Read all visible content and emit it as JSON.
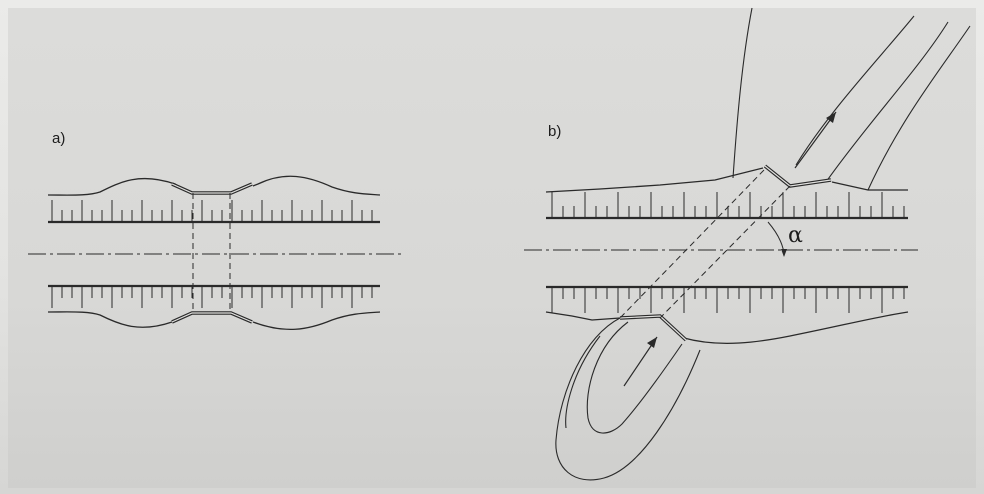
{
  "figure": {
    "label_a": "a)",
    "label_b": "b)",
    "angle_symbol": "α"
  },
  "background_text": [
    "",
    "",
    ""
  ]
}
